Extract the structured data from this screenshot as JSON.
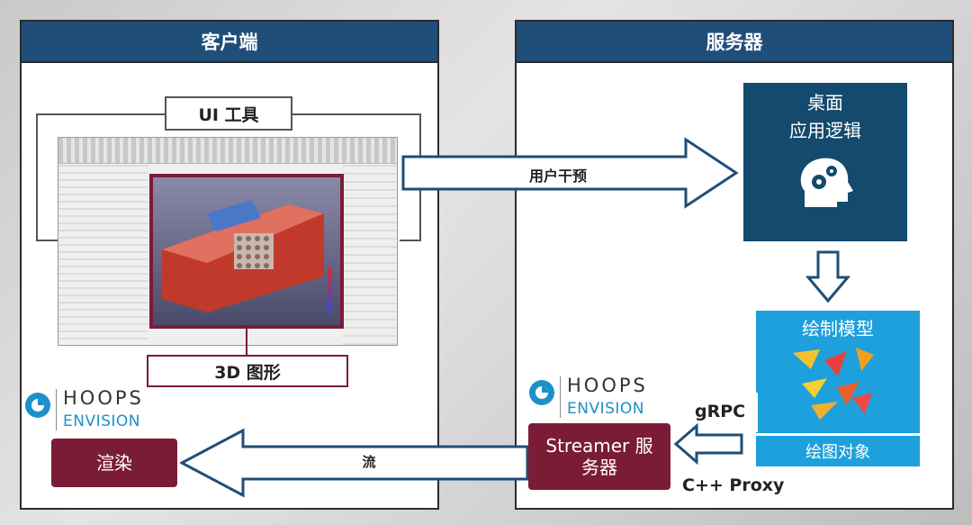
{
  "client": {
    "title": "客户端",
    "ui_tools_label": "UI 工具",
    "graphics_label": "3D 图形",
    "hoops_name": "HOOPS",
    "hoops_sub": "ENVISION",
    "render_label": "渲染",
    "stream_label": "流"
  },
  "server": {
    "title": "服务器",
    "desktop_line1": "桌面",
    "desktop_line2": "应用逻辑",
    "user_intervention": "用户干预",
    "draw_model": "绘制模型",
    "draw_objects": "绘图对象",
    "grpc": "gRPC",
    "hoops_name": "HOOPS",
    "hoops_sub": "ENVISION",
    "streamer_line1": "Streamer 服",
    "streamer_line2": "务器",
    "cpp_proxy": "C++ Proxy"
  },
  "colors": {
    "panel_header": "#1f4e79",
    "maroon": "#7b1c37",
    "desktop_box": "#134a6e",
    "draw_model_box": "#1ea0dc"
  }
}
